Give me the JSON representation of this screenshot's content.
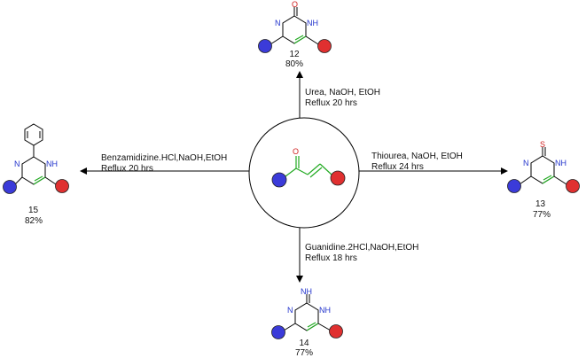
{
  "colors": {
    "blue_ball": "#3b3bd9",
    "red_ball": "#e03030",
    "green_bond": "#22aa22",
    "nitrogen": "#2233cc",
    "heteroatom": "#d02020"
  },
  "atoms": {
    "N": "N",
    "NH": "NH",
    "O": "O",
    "S": "S",
    "NH_imine": "NH"
  },
  "conditions": {
    "urea": [
      "Urea, NaOH, EtOH",
      "Reflux 20 hrs"
    ],
    "thiourea": [
      "Thiourea, NaOH, EtOH",
      "Reflux 24 hrs"
    ],
    "guanidine": [
      "Guanidine.2HCl,NaOH,EtOH",
      "Reflux 18 hrs"
    ],
    "benzamidine": [
      "Benzamidizine.HCl,NaOH,EtOH",
      "Reflux 20 hrs"
    ]
  },
  "products": {
    "p12": {
      "number": "12",
      "yield": "80%"
    },
    "p13": {
      "number": "13",
      "yield": "77%"
    },
    "p14": {
      "number": "14",
      "yield": "77%"
    },
    "p15": {
      "number": "15",
      "yield": "82%"
    }
  }
}
